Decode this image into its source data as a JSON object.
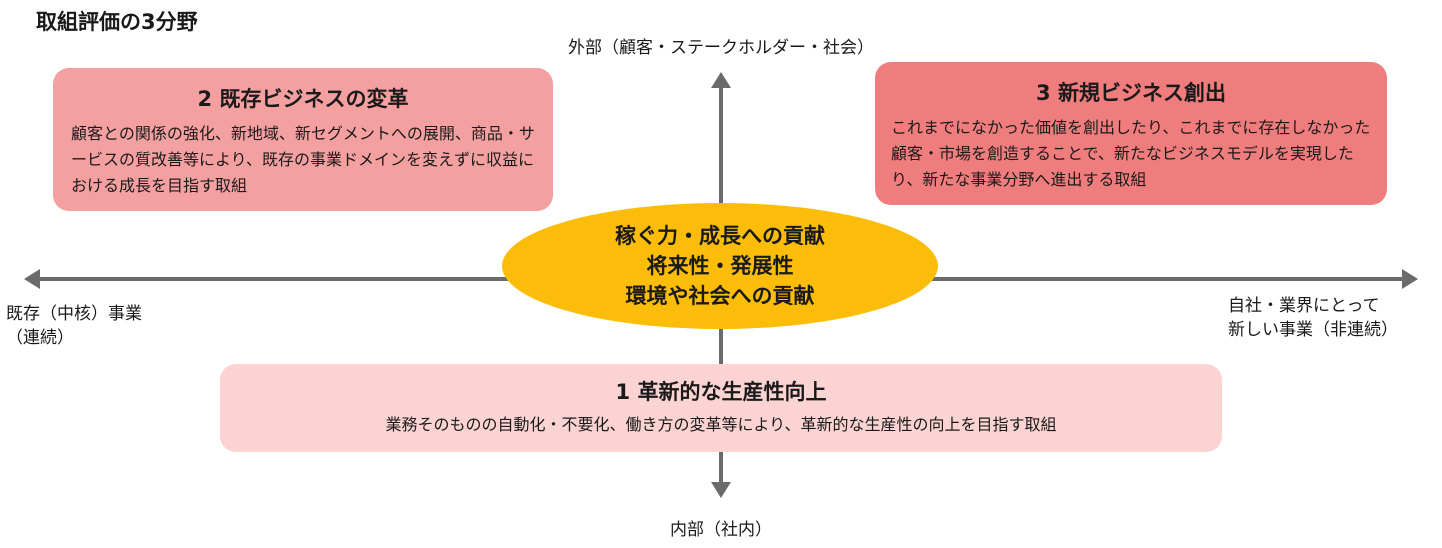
{
  "page": {
    "title": "取組評価の3分野"
  },
  "axes": {
    "top": "外部（顧客・ステークホルダー・社会）",
    "bottom": "内部（社内）",
    "left": "既存（中核）事業\n（連続）",
    "right": "自社・業界にとって\n新しい事業（非連続）"
  },
  "boxes": {
    "existing": {
      "title": "2  既存ビジネスの変革",
      "description": "顧客との関係の強化、新地域、新セグメントへの展開、商品・サービスの質改善等により、既存の事業ドメインを変えずに収益における成長を目指す取組"
    },
    "new": {
      "title": "3  新規ビジネス創出",
      "description": "これまでになかった価値を創出したり、これまでに存在しなかった顧客・市場を創造することで、新たなビジネスモデルを実現したり、新たな事業分野へ進出する取組"
    },
    "productivity": {
      "title": "1  革新的な生産性向上",
      "description": "業務そのものの自動化・不要化、働き方の変革等により、革新的な生産性の向上を目指す取組"
    }
  },
  "center": {
    "lines": [
      "稼ぐ力・成長への貢献",
      "将来性・発展性",
      "環境や社会への貢献"
    ]
  },
  "colors": {
    "box_existing": "#f5a0a0",
    "box_new": "#f07d7d",
    "box_productivity": "#fbd3d3",
    "center_oval": "#fbbd09",
    "axis": "#6b6b6b"
  }
}
